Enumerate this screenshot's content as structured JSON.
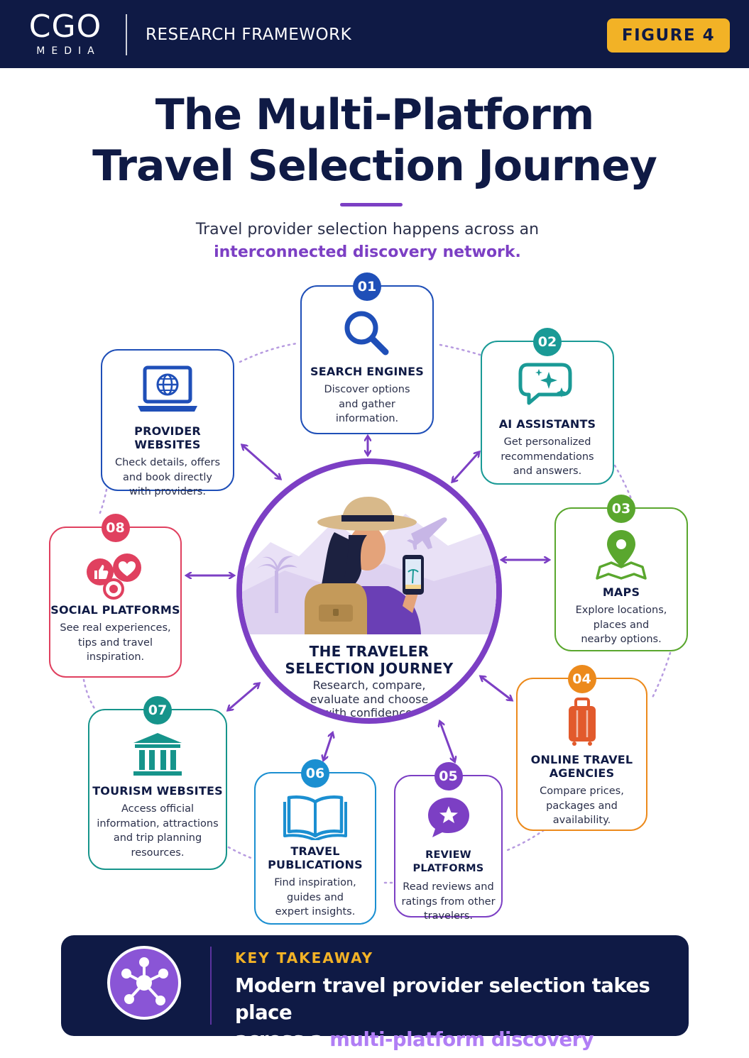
{
  "header": {
    "logo_main": "CGO",
    "logo_sub": "MEDIA",
    "section": "RESEARCH FRAMEWORK",
    "figure": "FIGURE 4"
  },
  "title": {
    "line1": "The Multi-Platform",
    "line2": "Travel Selection Journey"
  },
  "subtitle": {
    "text": "Travel provider selection happens across an",
    "accent": "interconnected discovery network."
  },
  "center": {
    "title_line1": "THE TRAVELER",
    "title_line2": "SELECTION JOURNEY",
    "desc_line1": "Research, compare,",
    "desc_line2": "evaluate and choose",
    "desc_line3": "with confidence."
  },
  "cards": [
    {
      "num": "01",
      "title": "SEARCH ENGINES",
      "desc": [
        "Discover options",
        "and gather",
        "information."
      ],
      "color": "#1f4fb8",
      "icon": "magnifier-icon"
    },
    {
      "num": "02",
      "title": "AI ASSISTANTS",
      "desc": [
        "Get personalized",
        "recommendations",
        "and answers."
      ],
      "color": "#1a9a96",
      "icon": "chat-sparkle-icon"
    },
    {
      "num": "03",
      "title": "MAPS",
      "desc": [
        "Explore locations,",
        "places and",
        "nearby options."
      ],
      "color": "#5aa72e",
      "icon": "map-pin-icon"
    },
    {
      "num": "04",
      "title_lines": [
        "ONLINE TRAVEL",
        "AGENCIES"
      ],
      "desc": [
        "Compare prices,",
        "packages and",
        "availability."
      ],
      "color": "#ec8a1c",
      "icon": "suitcase-icon"
    },
    {
      "num": "05",
      "title": "REVIEW PLATFORMS",
      "desc": [
        "Read reviews and",
        "ratings from other",
        "travelers."
      ],
      "color": "#7c3fc4",
      "icon": "star-bubble-icon"
    },
    {
      "num": "06",
      "title_lines": [
        "TRAVEL",
        "PUBLICATIONS"
      ],
      "desc": [
        "Find inspiration,",
        "guides and",
        "expert insights."
      ],
      "color": "#1b8fd1",
      "icon": "open-book-icon"
    },
    {
      "num": "07",
      "title": "TOURISM WEBSITES",
      "desc": [
        "Access official",
        "information, attractions",
        "and trip planning",
        "resources."
      ],
      "color": "#16948b",
      "icon": "landmark-icon"
    },
    {
      "num": "08",
      "title": "SOCIAL PLATFORMS",
      "desc": [
        "See real experiences,",
        "tips and travel",
        "inspiration."
      ],
      "color": "#e0405f",
      "icon": "social-reactions-icon"
    },
    {
      "num": "",
      "title": "PROVIDER WEBSITES",
      "desc": [
        "Check details, offers",
        "and book directly",
        "with providers."
      ],
      "color": "#1f4fb8",
      "icon": "laptop-globe-icon"
    }
  ],
  "takeaway": {
    "label": "KEY TAKEAWAY",
    "line1": "Modern travel provider selection takes place",
    "line2_plain": "across a ",
    "line2_accent": "multi-platform discovery network."
  },
  "colors": {
    "navy": "#0f1a45",
    "purple": "#7c3fc4",
    "gold": "#f2b226"
  }
}
